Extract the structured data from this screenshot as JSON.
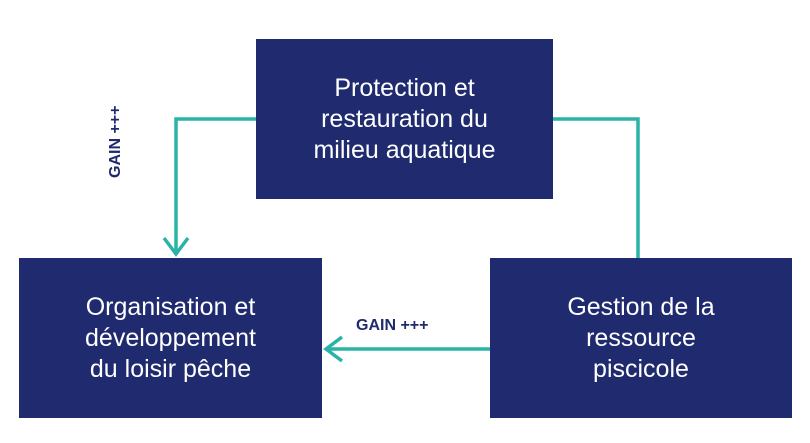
{
  "boxes": {
    "top": {
      "lines": [
        "Protection et",
        "restauration du",
        "milieu aquatique"
      ]
    },
    "left": {
      "lines": [
        "Organisation et",
        "développement",
        "du loisir pêche"
      ]
    },
    "right": {
      "lines": [
        "Gestion de la",
        "ressource",
        "piscicole"
      ]
    }
  },
  "arrows": {
    "vertical_label": "GAIN +++",
    "horizontal_label": "GAIN +++"
  },
  "colors": {
    "box_fill": "#1f2b6e",
    "connector": "#2ab3a6",
    "label_text": "#1f2b6e"
  }
}
